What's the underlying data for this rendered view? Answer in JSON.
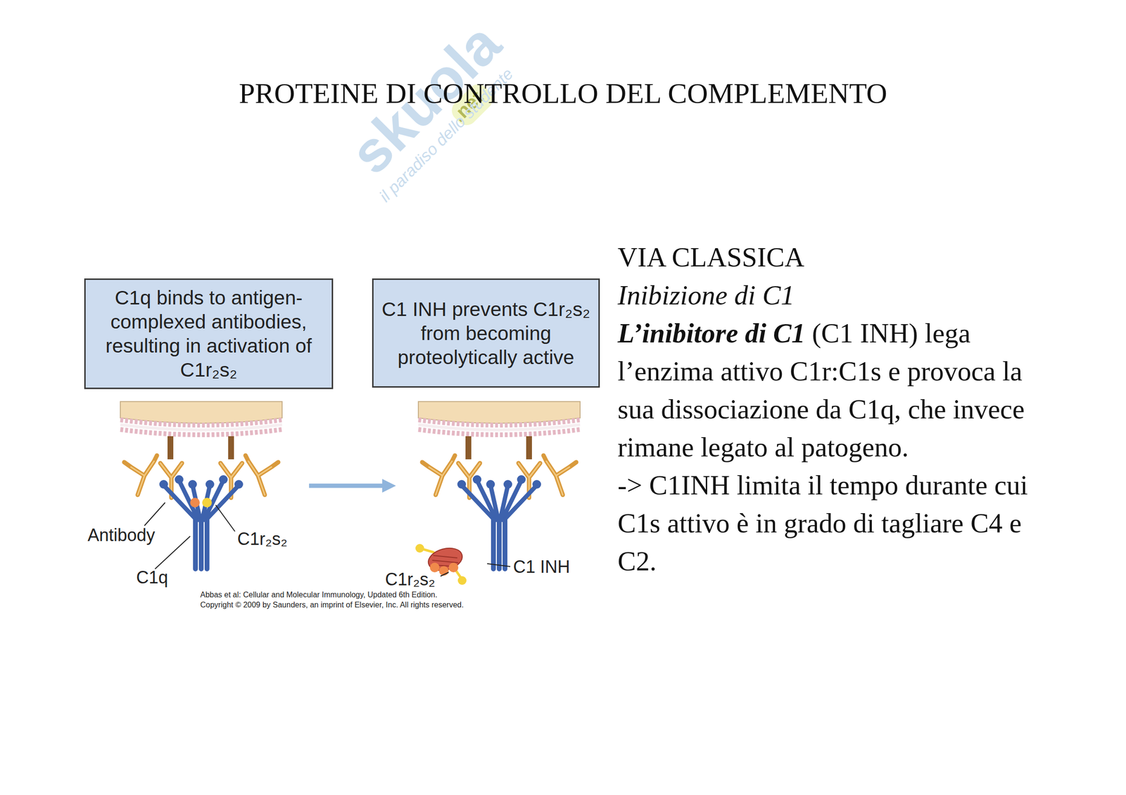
{
  "diagram": {
    "title": "PROTEINE DI CONTROLLO DEL COMPLEMENTO",
    "nodes": [
      {
        "text": [
          "C1q binds to antigen-complexed antibodies, resulting in activation of C1r₂s₂"
        ]
      },
      {
        "text": [
          "C1 INH prevents C1r₂s₂ from becoming proteolytically active"
        ]
      }
    ],
    "labels": [
      "VIA CLASSICA",
      "Inibizione di C1",
      "L’inibitore di C1",
      "(C1 INH) lega l’enzima attivo C1r:C1s e provoca la sua dissociazione da C1q, che invece rimane legato al patogeno.",
      "-> C1INH limita il tempo durante cui C1s attivo è in grado di tagliare C4 e C2.",
      "Antibody",
      "C1r₂s₂",
      "C1q",
      "C1r₂s₂",
      "C1 INH",
      "Abbas et al: Cellular and Molecular Immunology, Updated 6th Edition.",
      "Copyright © 2009 by Saunders, an imprint of Elsevier, Inc. All rights reserved.",
      "skuola",
      ".net",
      "il paradiso dello studente"
    ]
  }
}
